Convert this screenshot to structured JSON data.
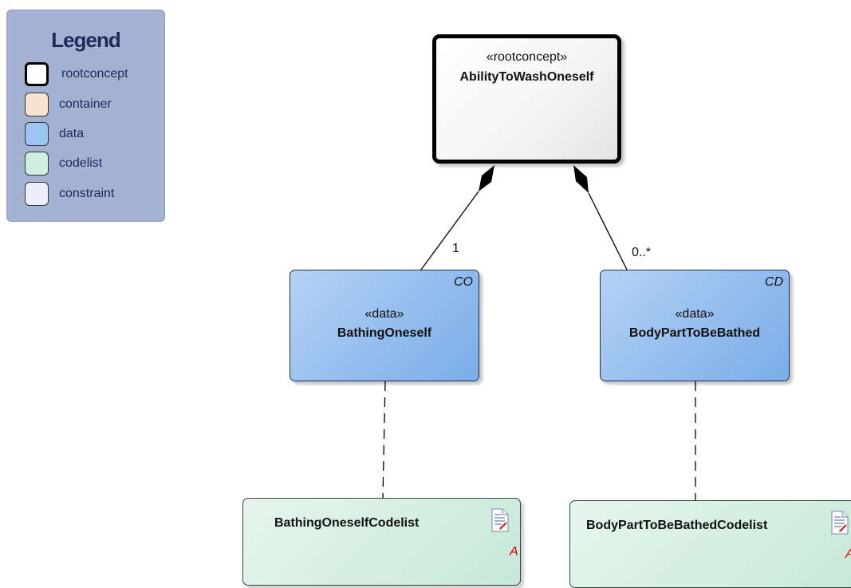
{
  "legend": {
    "title": "Legend",
    "items": [
      {
        "label": "rootconcept",
        "fill": "#ffffff",
        "border": "#000000"
      },
      {
        "label": "container",
        "fill": "#f8e2d2",
        "border": "#333333"
      },
      {
        "label": "data",
        "fill": "#9cc6f2",
        "border": "#333333"
      },
      {
        "label": "codelist",
        "fill": "#cfeedd",
        "border": "#333333"
      },
      {
        "label": "constraint",
        "fill": "#eceefc",
        "border": "#333333"
      }
    ]
  },
  "root": {
    "stereotype": "«rootconcept»",
    "name": "AbilityToWashOneself"
  },
  "data_classes": [
    {
      "stereotype": "«data»",
      "name": "BathingOneself",
      "corner_tag": "CO",
      "multiplicity": "1"
    },
    {
      "stereotype": "«data»",
      "name": "BodyPartToBeBathed",
      "corner_tag": "CD",
      "multiplicity": "0..*"
    }
  ],
  "codelists": [
    {
      "name": "BathingOneselfCodelist",
      "marker": "A",
      "icon": "document-icon"
    },
    {
      "name": "BodyPartToBeBathedCodelist",
      "marker": "A",
      "icon": "document-icon"
    }
  ]
}
